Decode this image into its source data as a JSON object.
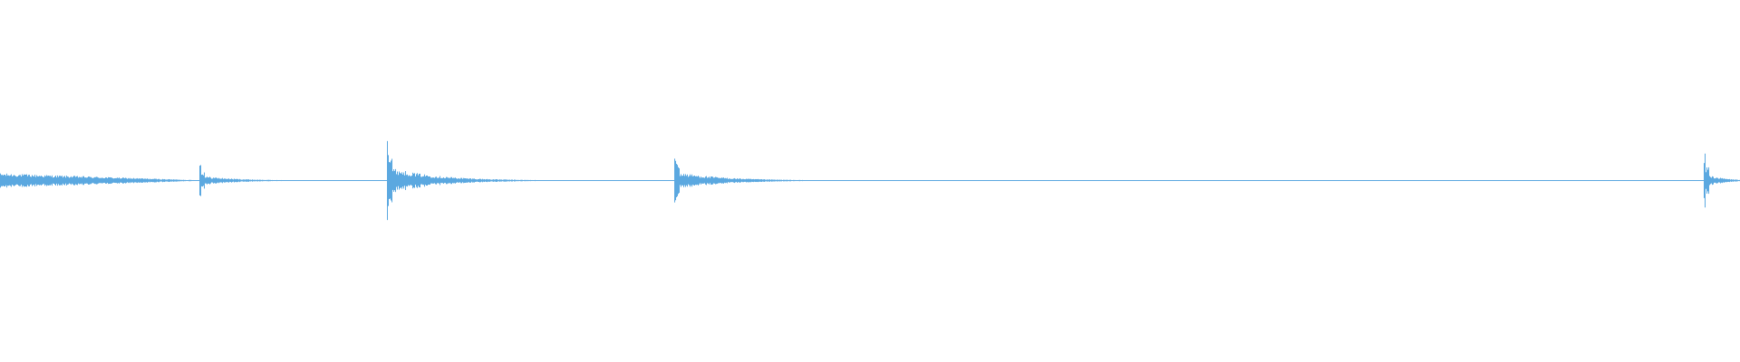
{
  "waveform": {
    "color": "#5ba8e0",
    "baseline_color": "#5ba8e0",
    "duration_fraction_note_free": true,
    "onsets": [
      {
        "pos": 0.0,
        "peak": 0.04,
        "tail": 0.075,
        "preceding_decay": true
      },
      {
        "pos": 0.1145,
        "peak": 0.1,
        "tail": 0.065
      },
      {
        "pos": 0.2225,
        "peak": 0.28,
        "tail": 0.085
      },
      {
        "pos": 0.3875,
        "peak": 0.18,
        "tail": 0.085
      },
      {
        "pos": 0.979,
        "peak": 0.15,
        "tail": 0.03
      }
    ]
  }
}
